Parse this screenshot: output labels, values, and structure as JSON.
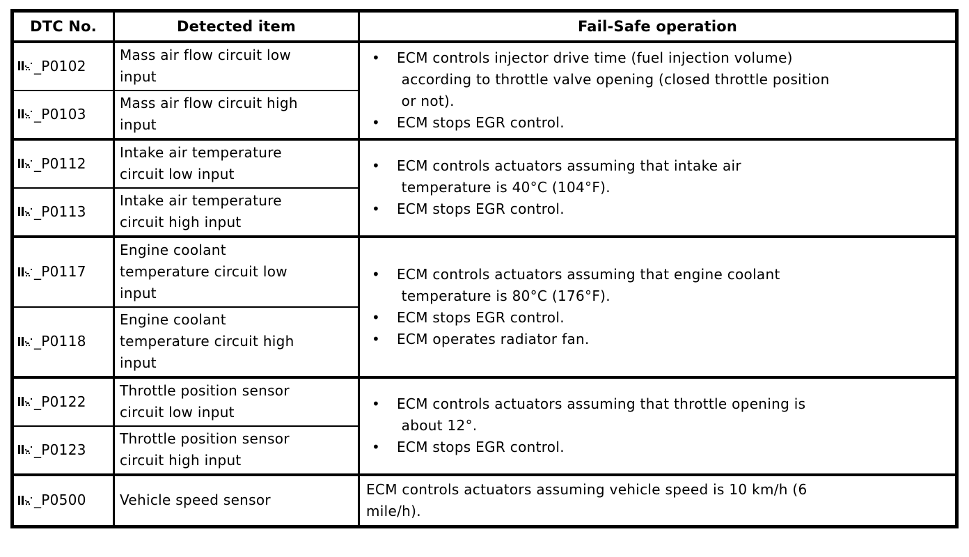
{
  "colors": {
    "border": "#000000",
    "text": "#000000",
    "background": "#ffffff"
  },
  "icons": {
    "dtc_prefix": "dtc-link-icon"
  },
  "table": {
    "headers": {
      "dtc": "DTC No.",
      "detected": "Detected item",
      "failsafe": "Fail-Safe operation"
    },
    "sections": [
      {
        "rows": [
          {
            "dtc": "_P0102",
            "item": "Mass air flow circuit low\ninput"
          },
          {
            "dtc": "_P0103",
            "item": "Mass air flow circuit high\ninput"
          }
        ],
        "bullets": [
          "ECM controls injector drive time (fuel injection volume)\n according to throttle valve opening (closed throttle position\n or not).",
          "ECM stops EGR control."
        ]
      },
      {
        "rows": [
          {
            "dtc": "_P0112",
            "item": "Intake air temperature\ncircuit low input"
          },
          {
            "dtc": "_P0113",
            "item": "Intake air temperature\ncircuit high input"
          }
        ],
        "bullets": [
          "ECM controls actuators assuming that intake air\n temperature is 40°C (104°F).",
          "ECM stops EGR control."
        ]
      },
      {
        "rows": [
          {
            "dtc": "_P0117",
            "item": "Engine coolant\ntemperature circuit low\ninput"
          },
          {
            "dtc": "_P0118",
            "item": "Engine coolant\ntemperature circuit high\ninput"
          }
        ],
        "bullets": [
          "ECM controls actuators assuming that engine coolant\n temperature is 80°C (176°F).",
          "ECM stops EGR control.",
          "ECM operates radiator fan."
        ]
      },
      {
        "rows": [
          {
            "dtc": "_P0122",
            "item": "Throttle position sensor\ncircuit low input"
          },
          {
            "dtc": "_P0123",
            "item": "Throttle position sensor\ncircuit high input"
          }
        ],
        "bullets": [
          "ECM controls actuators assuming that throttle opening is\n about 12°.",
          "ECM stops EGR control."
        ]
      },
      {
        "rows": [
          {
            "dtc": "_P0500",
            "item": "Vehicle speed sensor"
          }
        ],
        "text": "ECM controls actuators assuming vehicle speed is 10 km/h (6\nmile/h)."
      }
    ]
  }
}
